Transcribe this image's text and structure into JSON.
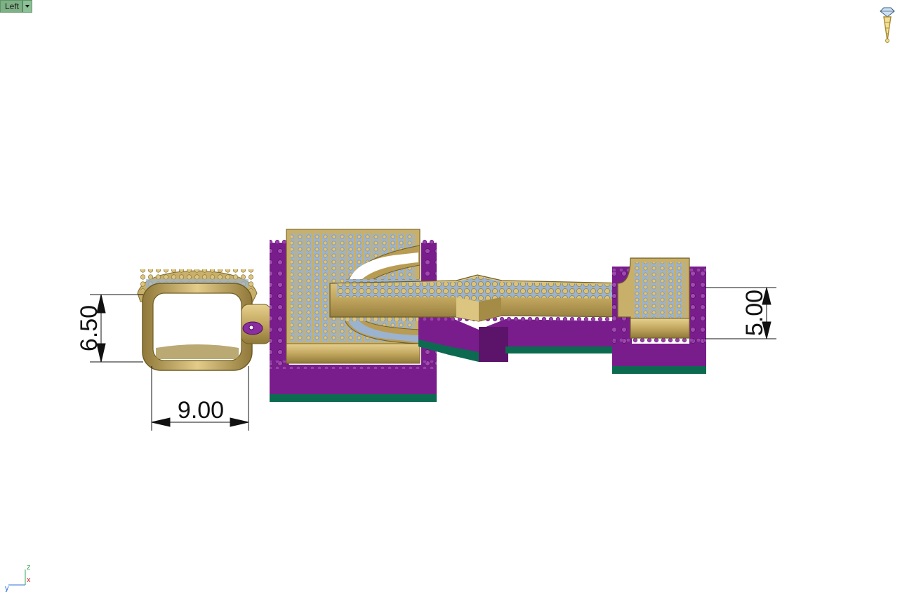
{
  "viewport": {
    "name": "Left",
    "background": "#ffffff"
  },
  "dimensions": {
    "bail_height": "6.50",
    "bail_width": "9.00",
    "letter_height": "5.00"
  },
  "axis": {
    "z": "z",
    "x": "x",
    "y": "y"
  },
  "colors": {
    "gold": "#c8b06a",
    "gold_dark": "#8a7333",
    "stone": "#9bb3cf",
    "purple": "#7a1d8c",
    "purple_dark": "#4d0f5a",
    "green": "#0b6a4f",
    "dim_line": "#111111"
  },
  "icons": {
    "corner": "gem-icon"
  }
}
